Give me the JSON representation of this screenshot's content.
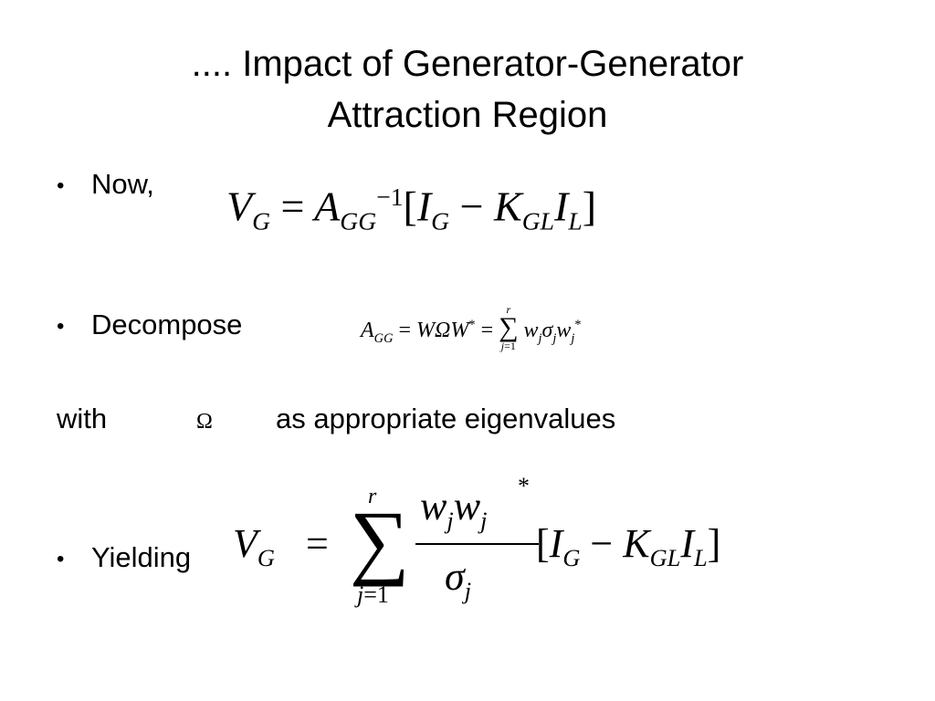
{
  "slide": {
    "title_line1": ".... Impact of Generator-Generator",
    "title_line2": "Attraction Region",
    "bullet_char": "•",
    "bullet1_label": "Now,",
    "bullet2_label": "Decompose",
    "with_label": "with",
    "with_suffix": "as appropriate  eigenvalues",
    "bullet3_label": "Yielding"
  },
  "equations": {
    "omega_symbol": "Ω"
  }
}
